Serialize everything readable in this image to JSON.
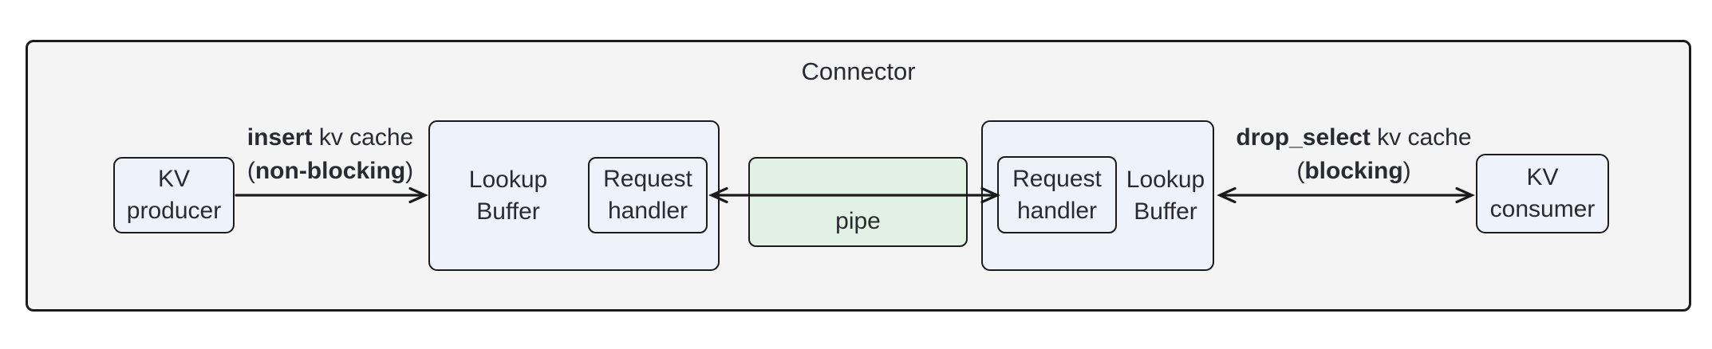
{
  "diagram": {
    "title": "Connector",
    "nodes": {
      "kv_producer": {
        "line1": "KV",
        "line2": "producer"
      },
      "lookup_buffer_left": {
        "line1": "Lookup",
        "line2": "Buffer"
      },
      "request_handler_left": {
        "line1": "Request",
        "line2": "handler"
      },
      "pipe": {
        "label": "pipe"
      },
      "request_handler_right": {
        "line1": "Request",
        "line2": "handler"
      },
      "lookup_buffer_right": {
        "line1": "Lookup",
        "line2": "Buffer"
      },
      "kv_consumer": {
        "line1": "KV",
        "line2": "consumer"
      }
    },
    "edges": {
      "insert": {
        "bold": "insert",
        "rest": " kv cache",
        "paren_open": "(",
        "paren_bold": "non-blocking",
        "paren_close": ")"
      },
      "drop_select": {
        "bold": "drop_select",
        "rest": " kv cache",
        "paren_open": "(",
        "paren_bold": "blocking",
        "paren_close": ")"
      }
    },
    "colors": {
      "node_fill": "#eef2fb",
      "pipe_fill": "#e1f1e4",
      "container_fill": "#f4f4f4",
      "border": "#1b1b1b",
      "text": "#2a2a33"
    }
  }
}
